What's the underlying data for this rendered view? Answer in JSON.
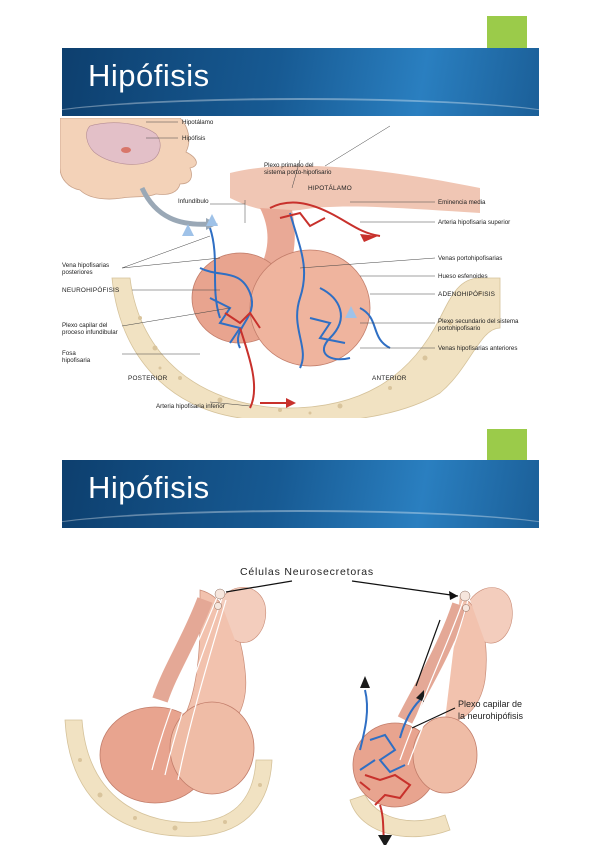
{
  "slide1": {
    "title": "Hipófisis",
    "labels": {
      "hipotalamo_small": "Hipotálamo",
      "hipofisis_small": "Hipófisis",
      "plexo_primario": "Plexo primario del",
      "plexo_primario_2": "sistema porto-hipofisario",
      "hipotalamo": "HIPOTÁLAMO",
      "infundibulo": "Infundíbulo",
      "eminencia_media": "Eminencia media",
      "arteria_sup": "Arteria hipofisaria superior",
      "vena_post_1": "Vena hipofisarias",
      "vena_post_2": "posteriores",
      "venas_porto": "Venas portohipofisarias",
      "hueso": "Hueso esfenoides",
      "neurohipofisis": "NEUROHIPÓFISIS",
      "adenohipofisis": "ADENOHIPÓFISIS",
      "plexo_capilar_1": "Plexo capilar del",
      "plexo_capilar_2": "proceso infundibular",
      "plexo_sec_1": "Plexo secundario del sistema",
      "plexo_sec_2": "portohipofisario",
      "fosa_1": "Fosa",
      "fosa_2": "hipofisaria",
      "venas_ant": "Venas hipofisarias anteriores",
      "posterior": "POSTERIOR",
      "anterior": "ANTERIOR",
      "arteria_inf": "Arteria hipofisaria inferior"
    }
  },
  "slide2": {
    "title": "Hipófisis",
    "labels": {
      "celulas": "Células Neurosecretoras",
      "plexo_1": "Plexo capilar de",
      "plexo_2": "la neurohipófisis"
    }
  },
  "colors": {
    "band": "#175a93",
    "accent_green": "#9bcb4a",
    "tissue": "#e8a48f",
    "artery": "#c8312c",
    "vein": "#2f6fc4",
    "bone": "#f1e2c2"
  }
}
